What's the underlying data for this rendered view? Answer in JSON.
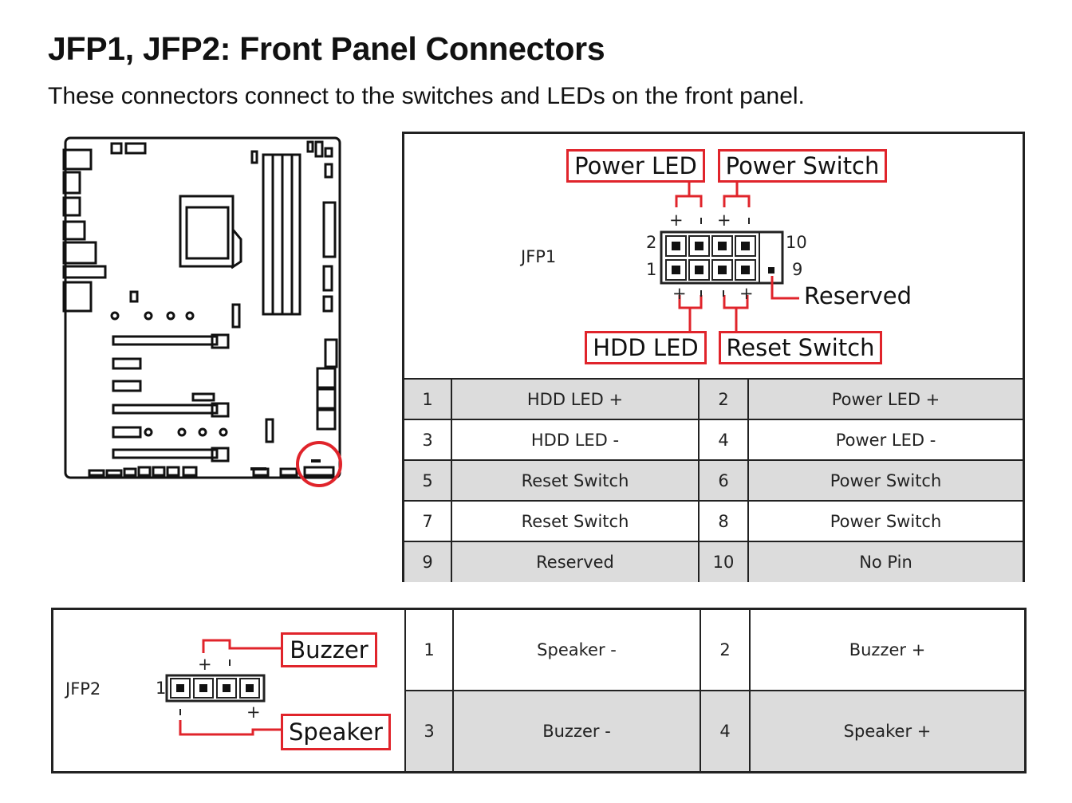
{
  "title": "JFP1, JFP2: Front Panel Connectors",
  "subtitle": "These connectors connect to the switches and LEDs on the front panel.",
  "jfp1": {
    "name": "JFP1",
    "labels": {
      "power_led": "Power LED",
      "power_switch": "Power Switch",
      "hdd_led": "HDD LED",
      "reset_switch": "Reset Switch",
      "reserved": "Reserved"
    },
    "pin_numbers": {
      "top_left": "2",
      "bottom_left": "1",
      "top_right": "10",
      "bottom_right": "9"
    },
    "polarity": {
      "plus": "+",
      "minus": "-"
    },
    "rows": [
      {
        "pin_a": "1",
        "desc_a": "HDD LED +",
        "pin_b": "2",
        "desc_b": "Power LED +"
      },
      {
        "pin_a": "3",
        "desc_a": "HDD LED -",
        "pin_b": "4",
        "desc_b": "Power LED -"
      },
      {
        "pin_a": "5",
        "desc_a": "Reset Switch",
        "pin_b": "6",
        "desc_b": "Power Switch"
      },
      {
        "pin_a": "7",
        "desc_a": "Reset Switch",
        "pin_b": "8",
        "desc_b": "Power Switch"
      },
      {
        "pin_a": "9",
        "desc_a": "Reserved",
        "pin_b": "10",
        "desc_b": "No Pin"
      }
    ]
  },
  "jfp2": {
    "name": "JFP2",
    "labels": {
      "buzzer": "Buzzer",
      "speaker": "Speaker"
    },
    "pin_one": "1",
    "rows": [
      {
        "pin_a": "1",
        "desc_a": "Speaker -",
        "pin_b": "2",
        "desc_b": "Buzzer +"
      },
      {
        "pin_a": "3",
        "desc_a": "Buzzer -",
        "pin_b": "4",
        "desc_b": "Speaker +"
      }
    ]
  },
  "colors": {
    "accent_red": "#e0242b",
    "table_gray": "#dcdcdc"
  }
}
